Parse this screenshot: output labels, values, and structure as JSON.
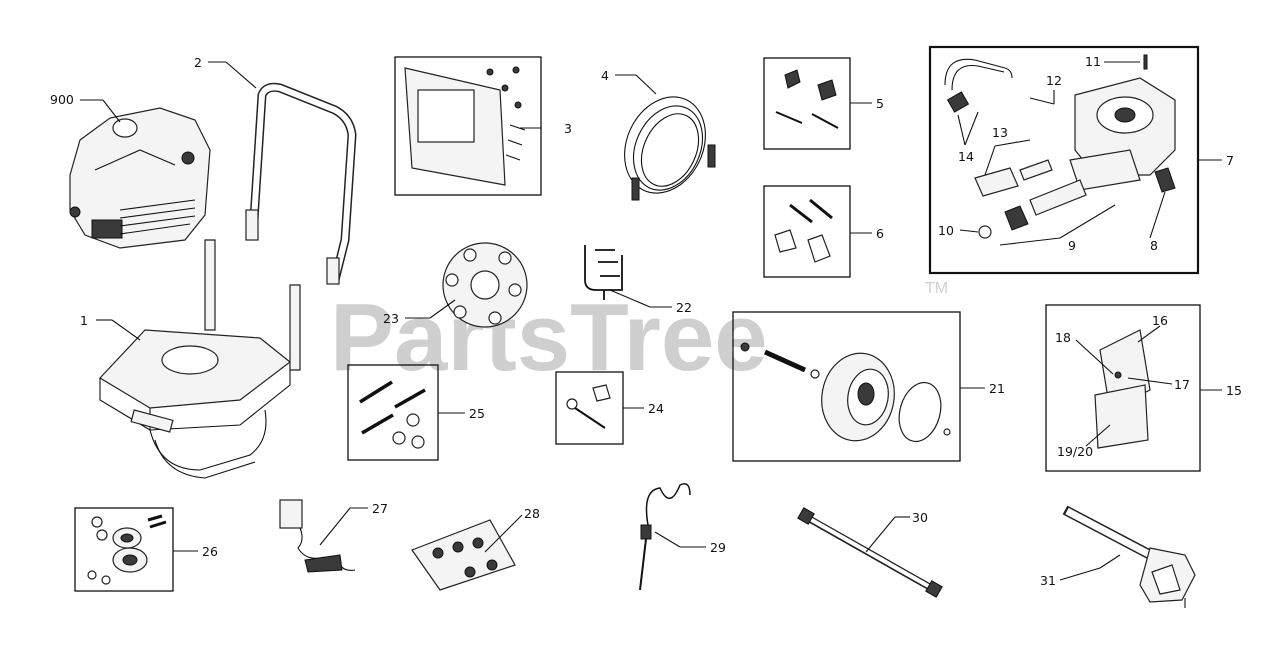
{
  "watermark": {
    "text": "PartsTree",
    "tm": "TM"
  },
  "callouts": {
    "c900": "900",
    "c1": "1",
    "c2": "2",
    "c3": "3",
    "c4": "4",
    "c5": "5",
    "c6": "6",
    "c7": "7",
    "c8": "8",
    "c9": "9",
    "c10": "10",
    "c11": "11",
    "c12": "12",
    "c13": "13",
    "c14": "14",
    "c15": "15",
    "c16": "16",
    "c17": "17",
    "c18": "18",
    "c1920": "19/20",
    "c21": "21",
    "c22": "22",
    "c23": "23",
    "c24": "24",
    "c25": "25",
    "c26": "26",
    "c27": "27",
    "c28": "28",
    "c29": "29",
    "c30": "30",
    "c31": "31"
  }
}
